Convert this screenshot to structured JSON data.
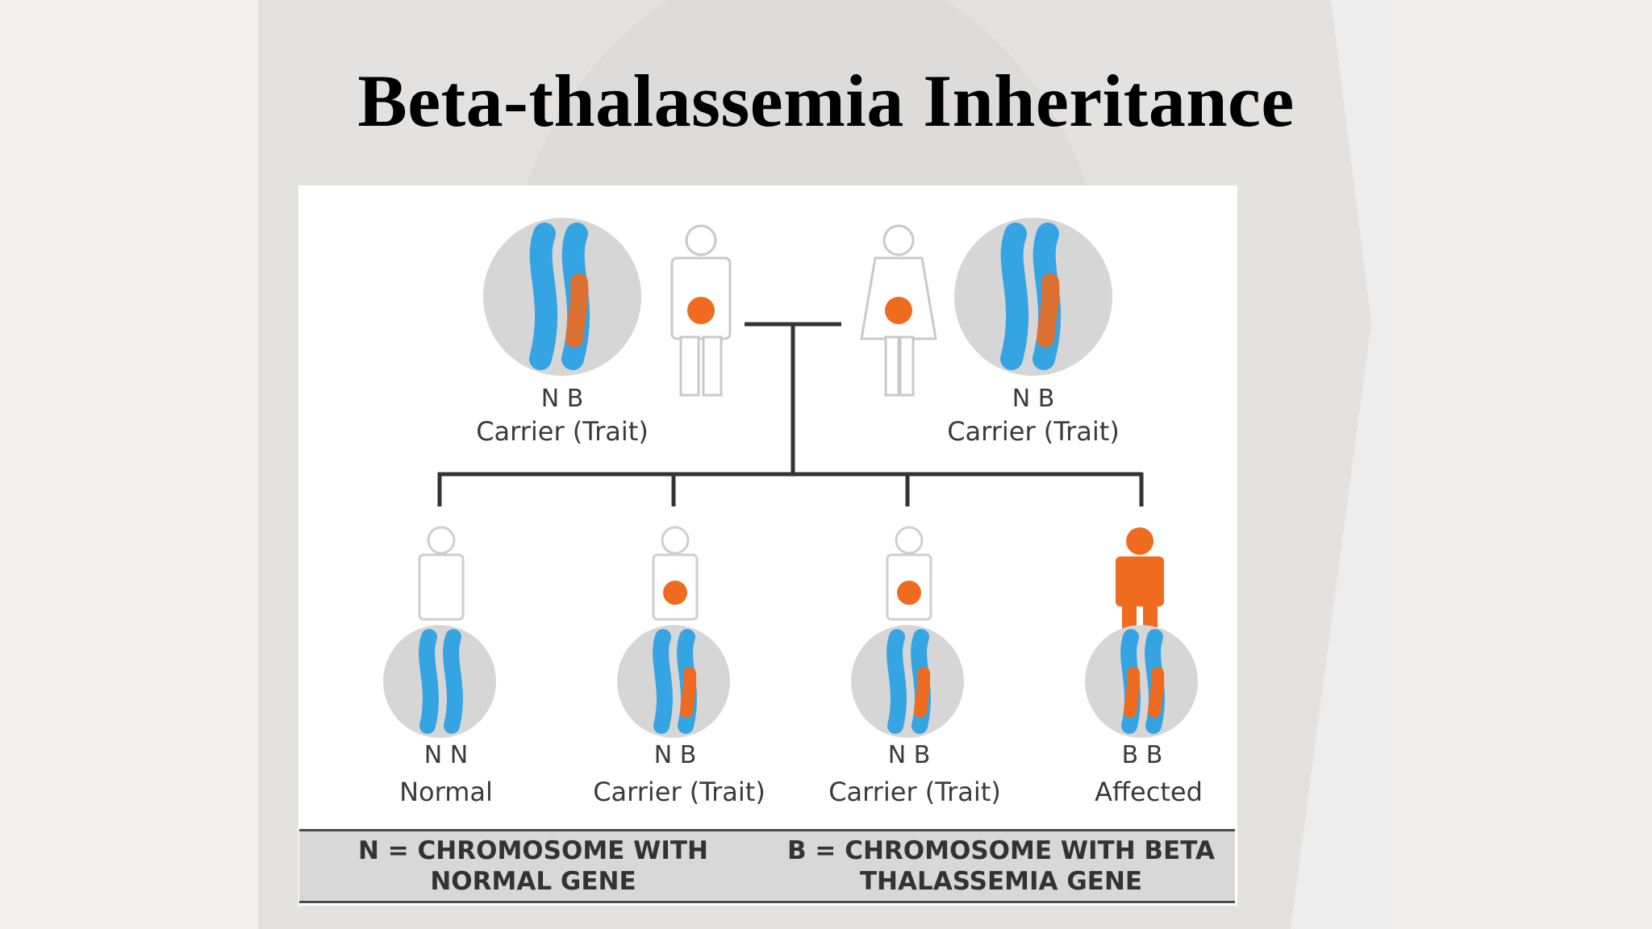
{
  "slide": {
    "title": "Beta-thalassemia Inheritance"
  },
  "colors": {
    "chromosome_blue": "#35a4e3",
    "gene_orange": "#ef6b1f",
    "circle_gray": "#d6d6d6",
    "line_dark": "#333333"
  },
  "diagram": {
    "parents": [
      {
        "alleles": [
          "N",
          "B"
        ],
        "status": "Carrier (Trait)",
        "figure": "male-carrier"
      },
      {
        "alleles": [
          "N",
          "B"
        ],
        "status": "Carrier (Trait)",
        "figure": "female-carrier"
      }
    ],
    "children": [
      {
        "alleles": [
          "N",
          "N"
        ],
        "status": "Normal",
        "figure": "child-normal"
      },
      {
        "alleles": [
          "N",
          "B"
        ],
        "status": "Carrier (Trait)",
        "figure": "child-carrier"
      },
      {
        "alleles": [
          "N",
          "B"
        ],
        "status": "Carrier (Trait)",
        "figure": "child-carrier"
      },
      {
        "alleles": [
          "B",
          "B"
        ],
        "status": "Affected",
        "figure": "child-affected"
      }
    ]
  },
  "legend": {
    "n_text": "N = CHROMOSOME WITH\nNORMAL GENE",
    "b_text": "B = CHROMOSOME WITH BETA\nTHALASSEMIA GENE"
  }
}
